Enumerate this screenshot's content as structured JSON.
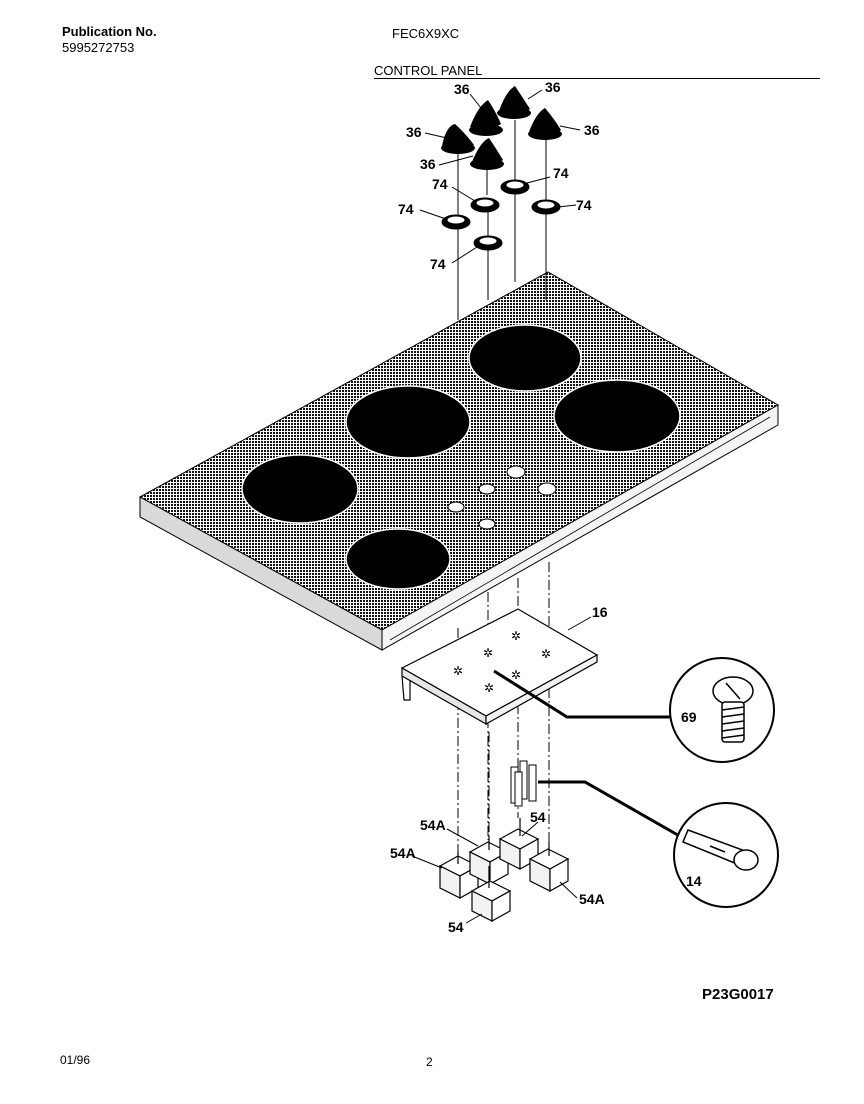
{
  "header": {
    "publication_label": "Publication No.",
    "publication_number": "5995272753",
    "model": "FEC6X9XC",
    "section_title": "CONTROL PANEL"
  },
  "callouts": {
    "knob": "36",
    "bezel": "74",
    "bracket": "16",
    "screw": "69",
    "terminal": "14",
    "switch": "54",
    "switch_alt": "54A"
  },
  "footer": {
    "drawing_number": "P23G0017",
    "date": "01/96",
    "page": "2"
  }
}
